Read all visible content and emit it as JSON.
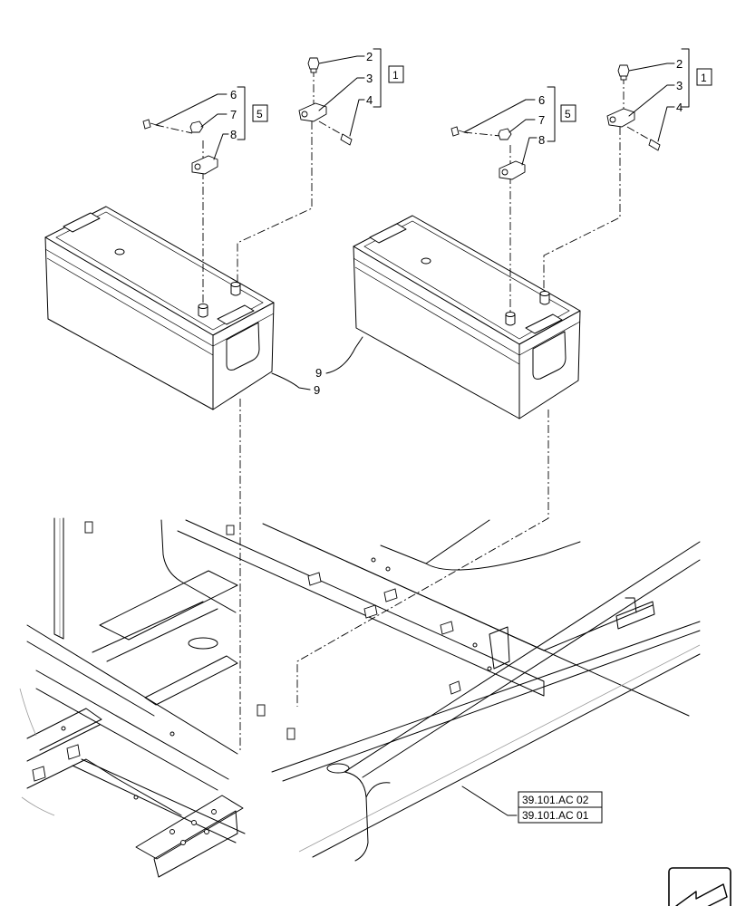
{
  "callouts": {
    "left_group": {
      "n2": "2",
      "n3": "3",
      "n4": "4",
      "n6": "6",
      "n7": "7",
      "n8": "8",
      "box_top": "1",
      "box_side": "5"
    },
    "right_group": {
      "n2": "2",
      "n3": "3",
      "n4": "4",
      "n6": "6",
      "n7": "7",
      "n8": "8",
      "box_top": "1",
      "box_side": "5"
    },
    "battery_left": "9",
    "battery_right": "9"
  },
  "references": {
    "ref1": "39.101.AC 02",
    "ref2": "39.101.AC 01"
  },
  "nav_icon": "back-arrow-icon"
}
